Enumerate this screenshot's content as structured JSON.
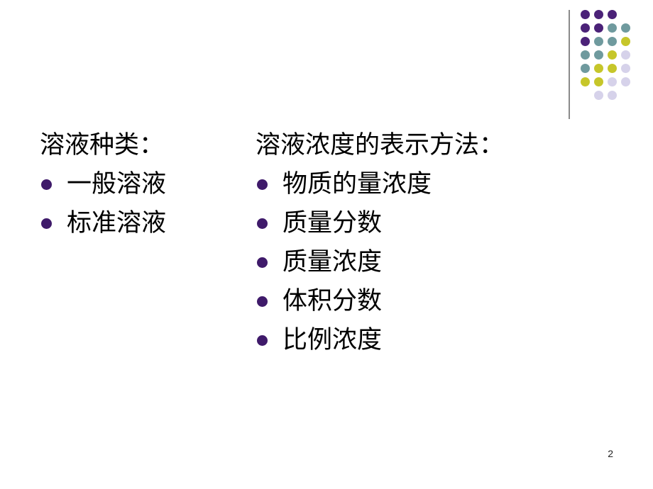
{
  "slide": {
    "left_column": {
      "heading": "溶液种类：",
      "items": [
        "一般溶液",
        "标准溶液"
      ]
    },
    "right_column": {
      "heading": "溶液浓度的表示方法：",
      "items": [
        "物质的量浓度",
        "质量分数",
        "质量浓度",
        "体积分数",
        "比例浓度"
      ]
    },
    "page_number": "2"
  },
  "decoration": {
    "dot_colors": {
      "purple": "#4b2278",
      "teal": "#6f9a9e",
      "olive": "#c6c62a",
      "lavender": "#d6d2ea"
    },
    "dot_rows": [
      [
        "purple",
        "purple",
        "purple",
        null
      ],
      [
        "purple",
        "purple",
        "teal",
        "teal"
      ],
      [
        "purple",
        "teal",
        "teal",
        "olive"
      ],
      [
        "teal",
        "teal",
        "olive",
        "lavender"
      ],
      [
        "teal",
        "olive",
        "olive",
        "lavender"
      ],
      [
        "olive",
        "olive",
        "lavender",
        "lavender"
      ],
      [
        null,
        "lavender",
        "lavender",
        null
      ]
    ],
    "bullet_color": "#3f1a6a",
    "divider_color": "#8a8a8a"
  }
}
